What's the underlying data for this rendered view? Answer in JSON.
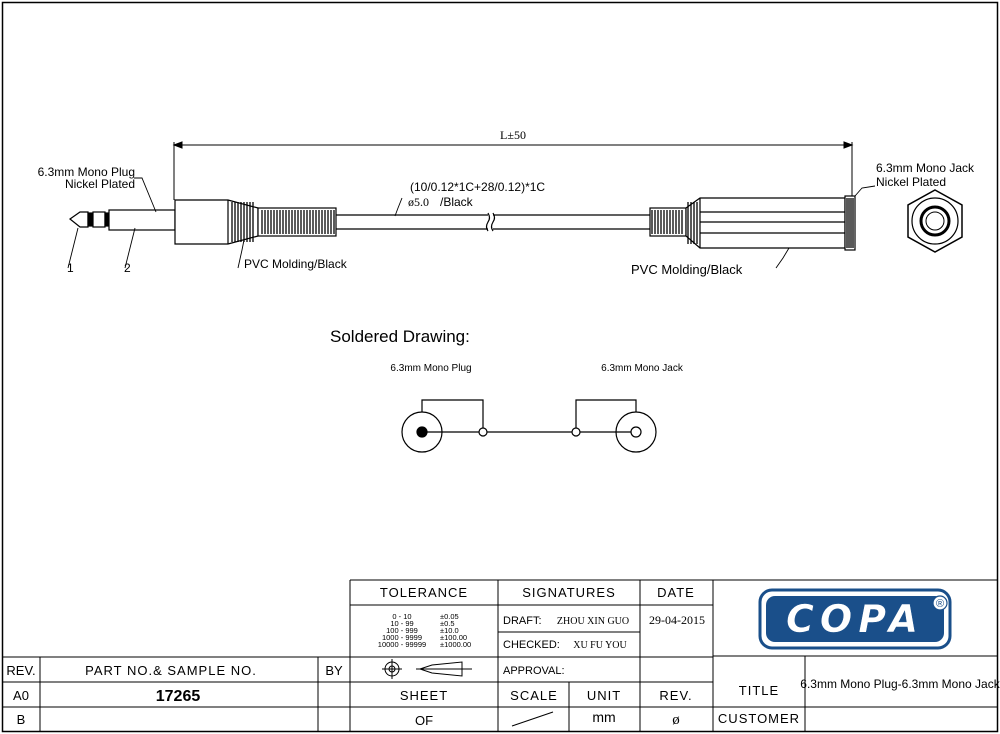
{
  "drawing": {
    "length_label": "L±50",
    "plug": {
      "name_line1": "6.3mm Mono Plug",
      "name_line2": "Nickel Plated",
      "pin1": "1",
      "pin2": "2",
      "molding": "PVC Molding/Black"
    },
    "cable": {
      "spec_line1": "(10/0.12*1C+28/0.12)*1C",
      "diameter": "ø5.0",
      "color": "/Black"
    },
    "jack": {
      "name_line1": "6.3mm Mono Jack",
      "name_line2": "Nickel Plated",
      "molding": "PVC Molding/Black"
    }
  },
  "soldered": {
    "heading": "Soldered Drawing:",
    "plug_label": "6.3mm Mono Plug",
    "jack_label": "6.3mm Mono Jack"
  },
  "title_block": {
    "tolerance": {
      "header": "TOLERANCE",
      "rows": [
        {
          "range": "0 - 10",
          "value": "±0.05"
        },
        {
          "range": "10 - 99",
          "value": "±0.5"
        },
        {
          "range": "100 - 999",
          "value": "±10.0"
        },
        {
          "range": "1000 - 9999",
          "value": "±100.00"
        },
        {
          "range": "10000 - 99999",
          "value": "±1000.00"
        }
      ]
    },
    "signatures": {
      "header": "SIGNATURES",
      "draft_label": "DRAFT:",
      "draft_name": "ZHOU XIN GUO",
      "checked_label": "CHECKED:",
      "checked_name": "XU FU YOU",
      "approval_label": "APPROVAL:"
    },
    "date": {
      "header": "DATE",
      "value": "29-04-2015"
    },
    "logo": {
      "text": "COPA",
      "registered": "®",
      "color": "#1a4f8a"
    },
    "rev_table": {
      "headers": [
        "REV.",
        "PART NO.& SAMPLE NO.",
        "BY"
      ],
      "rows": [
        {
          "rev": "A0",
          "part": "17265",
          "by": ""
        },
        {
          "rev": "B",
          "part": "",
          "by": ""
        }
      ]
    },
    "sheet": {
      "label": "SHEET",
      "of": "OF"
    },
    "scale": {
      "label": "SCALE"
    },
    "unit": {
      "label": "UNIT",
      "value": "mm"
    },
    "rev": {
      "label": "REV.",
      "value": "ø"
    },
    "title": {
      "label": "TITLE",
      "value": "6.3mm Mono Plug-6.3mm Mono Jack"
    },
    "customer": {
      "label": "CUSTOMER"
    }
  }
}
